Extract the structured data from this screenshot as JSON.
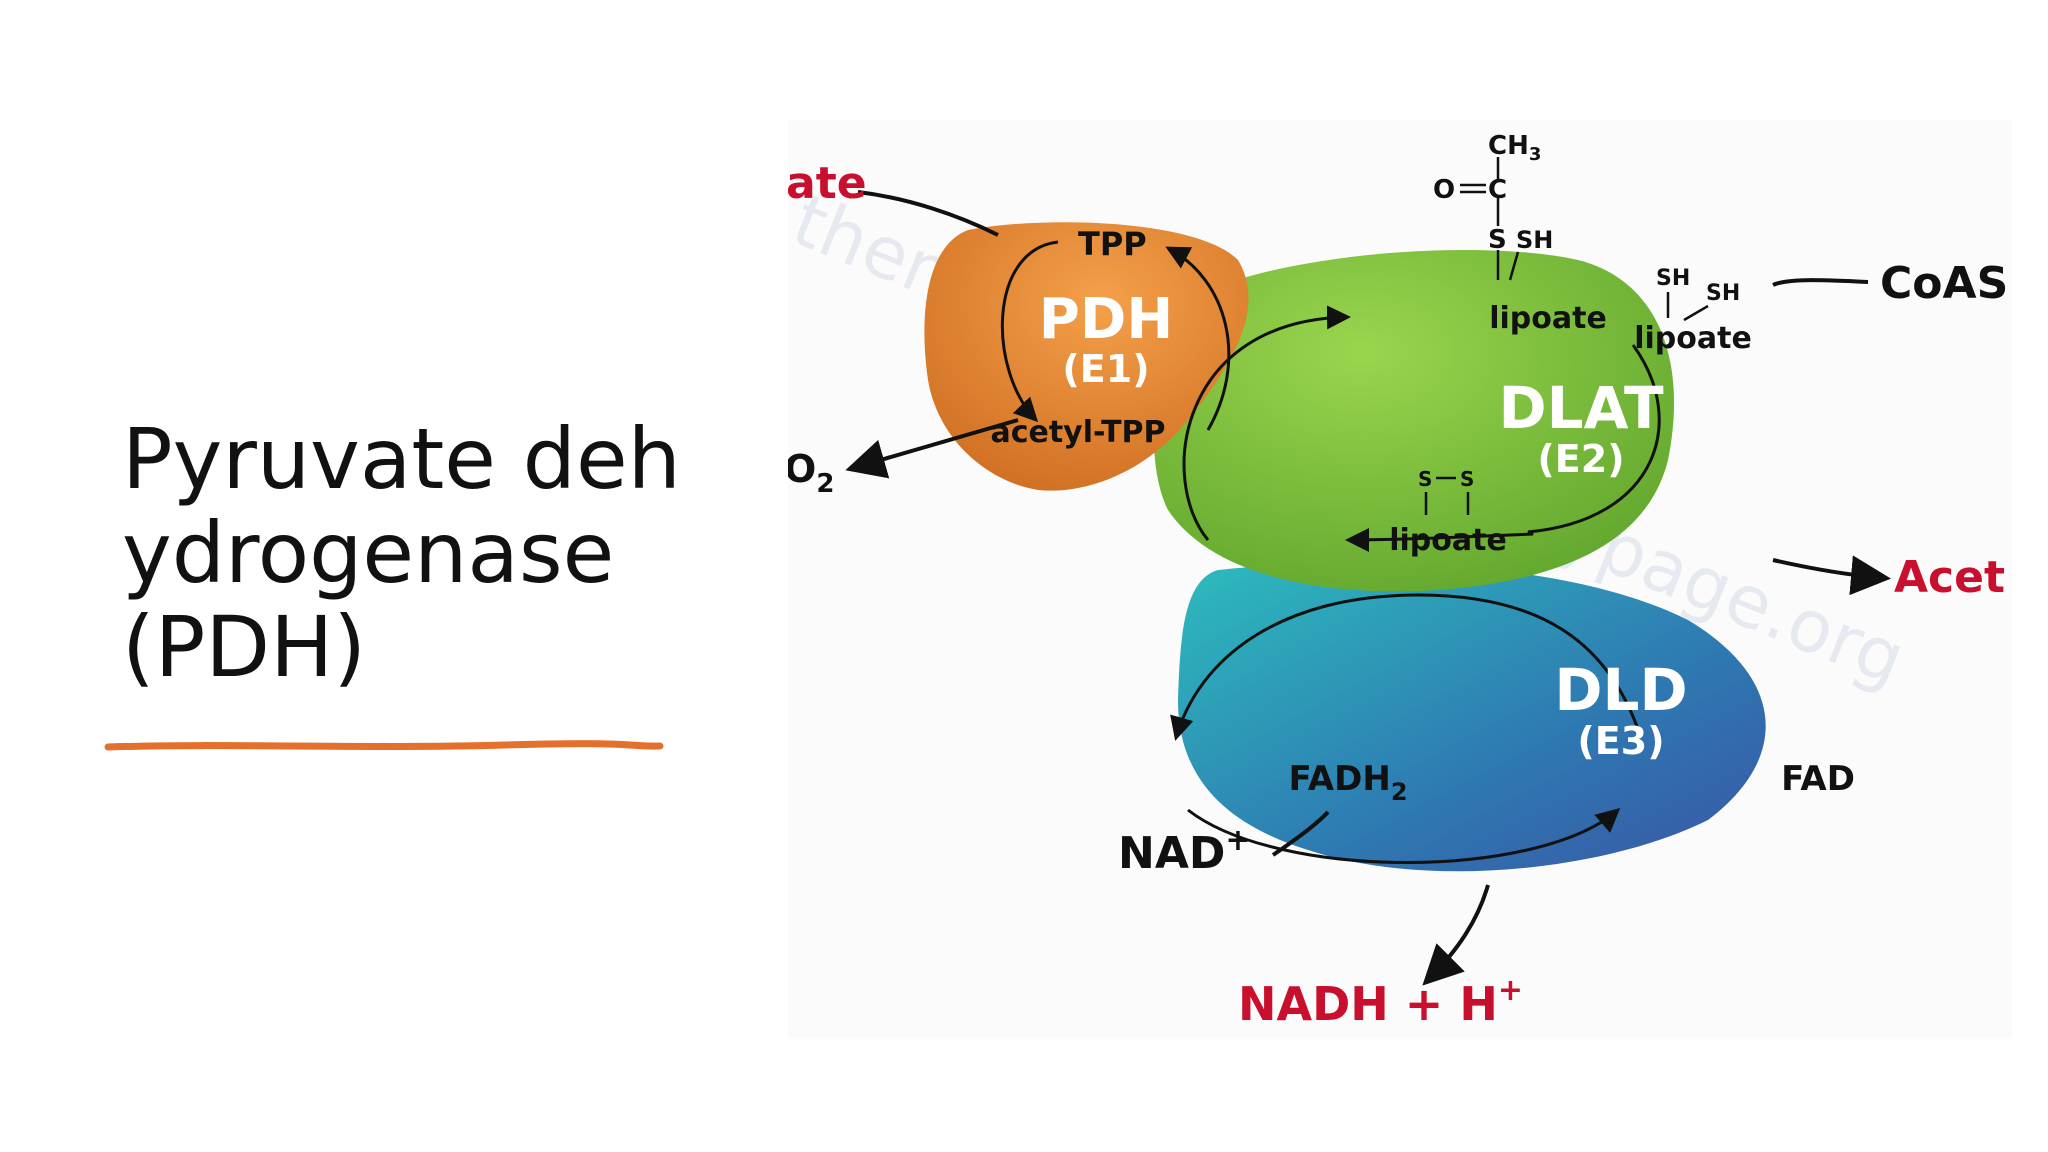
{
  "slide": {
    "title": "Pyruvate dehydrogenase (PDH)"
  },
  "diagram": {
    "watermark": "themedicalbiochemistrypage.org",
    "pdh": {
      "name": "PDH",
      "code": "(E1)",
      "cofactor_top": "TPP",
      "cofactor_bottom": "acetyl-TPP"
    },
    "dlat": {
      "name": "DLAT",
      "code": "(E2)",
      "lipoate_acetyl": "lipoate",
      "lipoate_reduced": "lipoate",
      "lipoate_oxidized": "lipoate"
    },
    "dld": {
      "name": "DLD",
      "code": "(E3)",
      "left_cofactor": "FADH",
      "left_cofactor_sub": "2",
      "right_cofactor": "FAD"
    },
    "chem": {
      "ch3": "CH",
      "ch3_sub": "3",
      "o": "O",
      "c": "C",
      "s": "S",
      "sh": "SH"
    },
    "inputs_outputs": {
      "pyruvate_partial": "ate",
      "co2_partial": "O",
      "co2_sub": "2",
      "coash_partial": "CoAS",
      "acetyl_partial": "Acet",
      "nad": "NAD",
      "nad_sup": "+",
      "nadh": "NADH + H",
      "nadh_sup": "+"
    },
    "colors": {
      "red_label": "#c8102e",
      "pdh": "#e0822c",
      "dlat": "#7fc13b",
      "dld_teal": "#2bb0b8",
      "dld_blue": "#3559a6",
      "underline": "#e4702b"
    }
  }
}
